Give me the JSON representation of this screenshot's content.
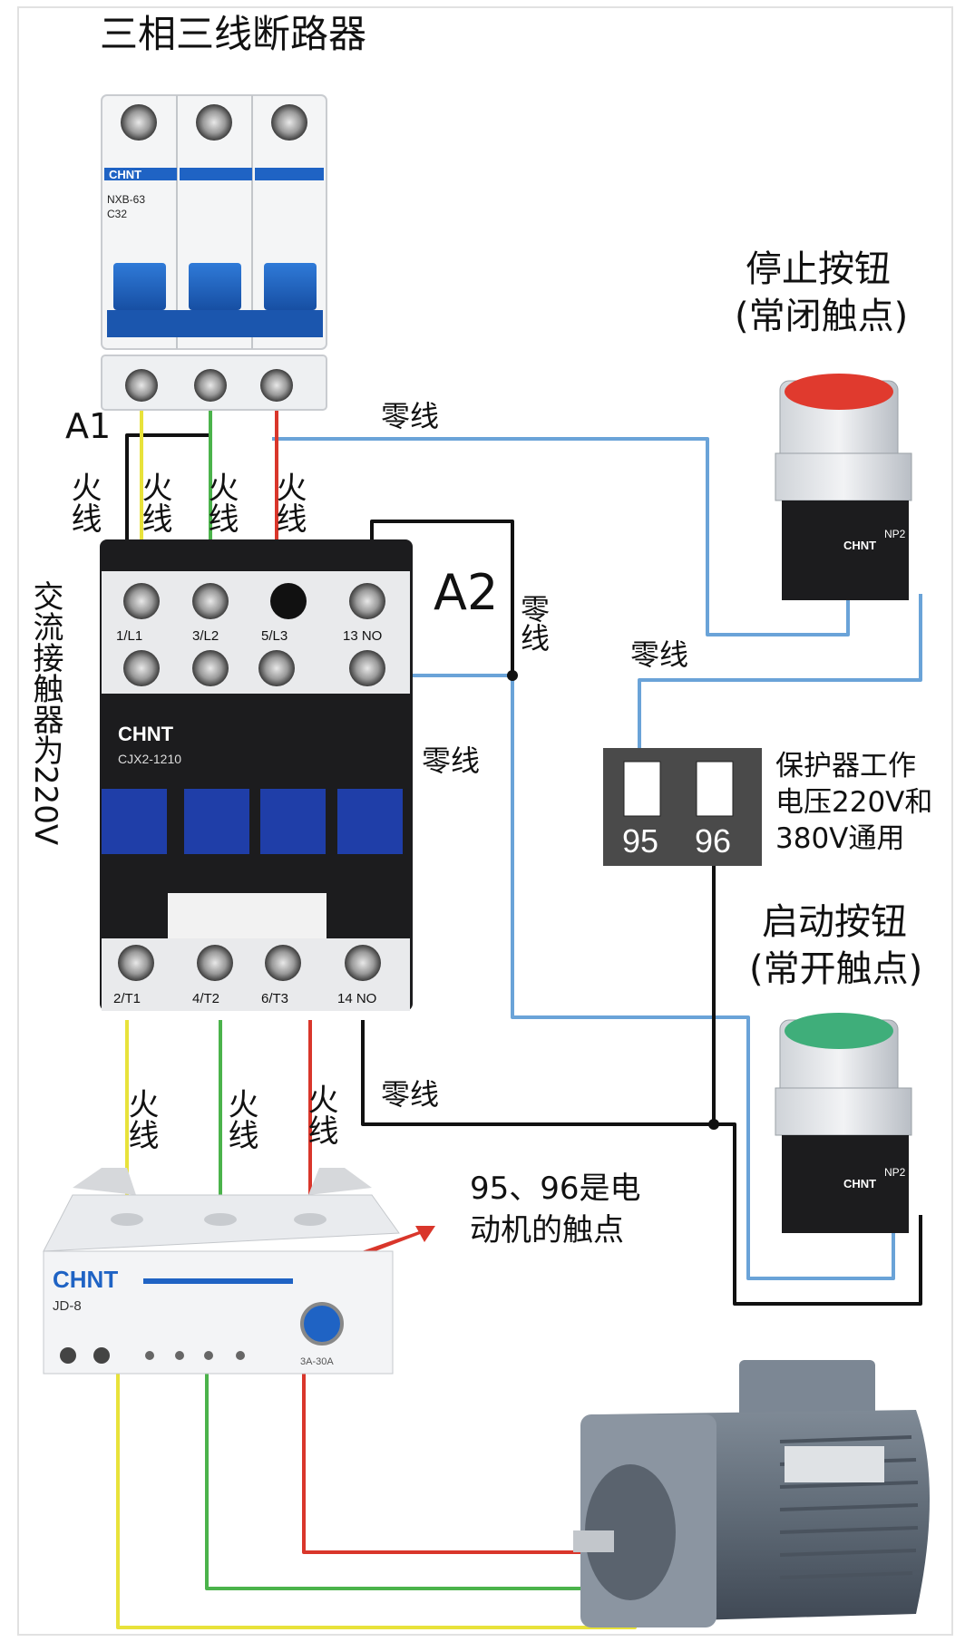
{
  "title": "三相三线断路器",
  "breaker": {
    "brand": "CHNT",
    "model": "NXB-63",
    "rating": "C32"
  },
  "contactor": {
    "brand": "CHNT",
    "model": "CJX2-1210",
    "top_terminals": [
      "1/L1",
      "3/L2",
      "5/L3",
      "13 NO"
    ],
    "bottom_terminals": [
      "2/T1",
      "4/T2",
      "6/T3",
      "14 NO"
    ],
    "voltage_note": "交流接触器为220V"
  },
  "labels": {
    "a1": "A1",
    "a2": "A2",
    "live": "火线",
    "neutral": "零线"
  },
  "stop_button": {
    "title_line1": "停止按钮",
    "title_line2": "(常闭触点)",
    "brand": "CHNT",
    "contact": "NP2",
    "color": "#e03a2e"
  },
  "start_button": {
    "title_line1": "启动按钮",
    "title_line2": "(常开触点)",
    "brand": "CHNT",
    "contact": "NP2",
    "color": "#3fae7a"
  },
  "protector": {
    "terminal_95": "95",
    "terminal_96": "96",
    "note_line1": "保护器工作",
    "note_line2": "电压220V和",
    "note_line3": "380V通用"
  },
  "relay": {
    "brand": "CHNT",
    "model": "JD-8",
    "range": "3A-30A",
    "note_line1": "95、96是电",
    "note_line2": "动机的触点"
  },
  "colors": {
    "yellow_wire": "#e8e23a",
    "green_wire": "#4bb34b",
    "red_wire": "#d9362b",
    "neutral_wire": "#6aa3d8",
    "control_wire": "#111111",
    "module_blue": "#1f63c4"
  }
}
